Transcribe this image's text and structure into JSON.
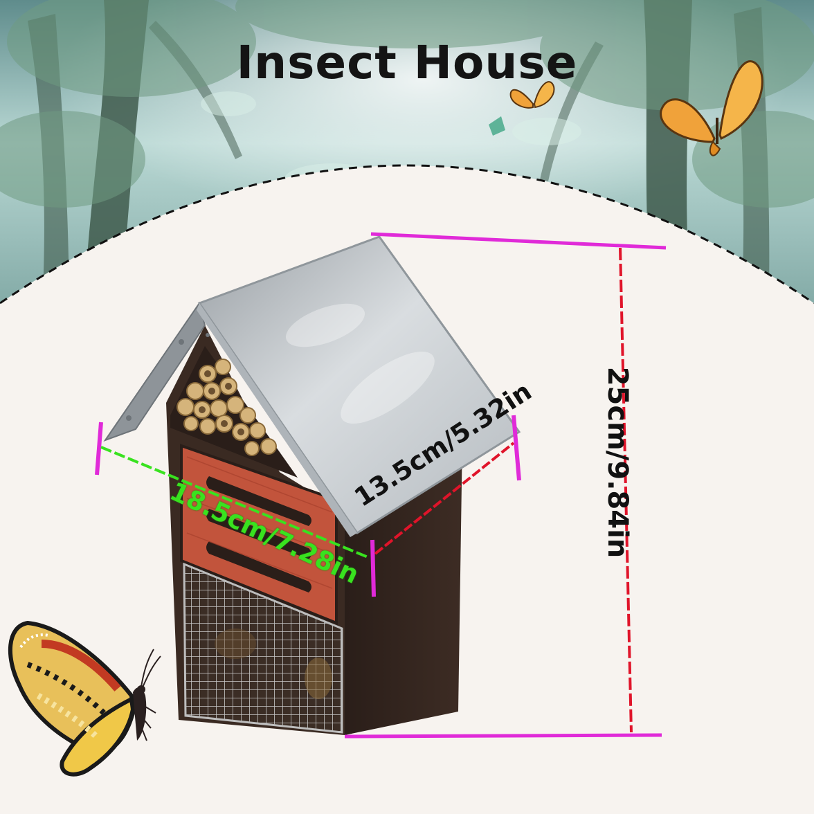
{
  "title": "Insect House",
  "dimensions": {
    "height": "25cm/9.84in",
    "depth": "13.5cm/5.32in",
    "width": "18.5cm/7.28in"
  },
  "colors": {
    "measure_bracket": "#e02ad8",
    "height_line": "#e0142a",
    "width_line": "#39e21f",
    "house_wood": "#3a2a22",
    "panel": "#c2543c",
    "roof": "#c9ced2"
  }
}
